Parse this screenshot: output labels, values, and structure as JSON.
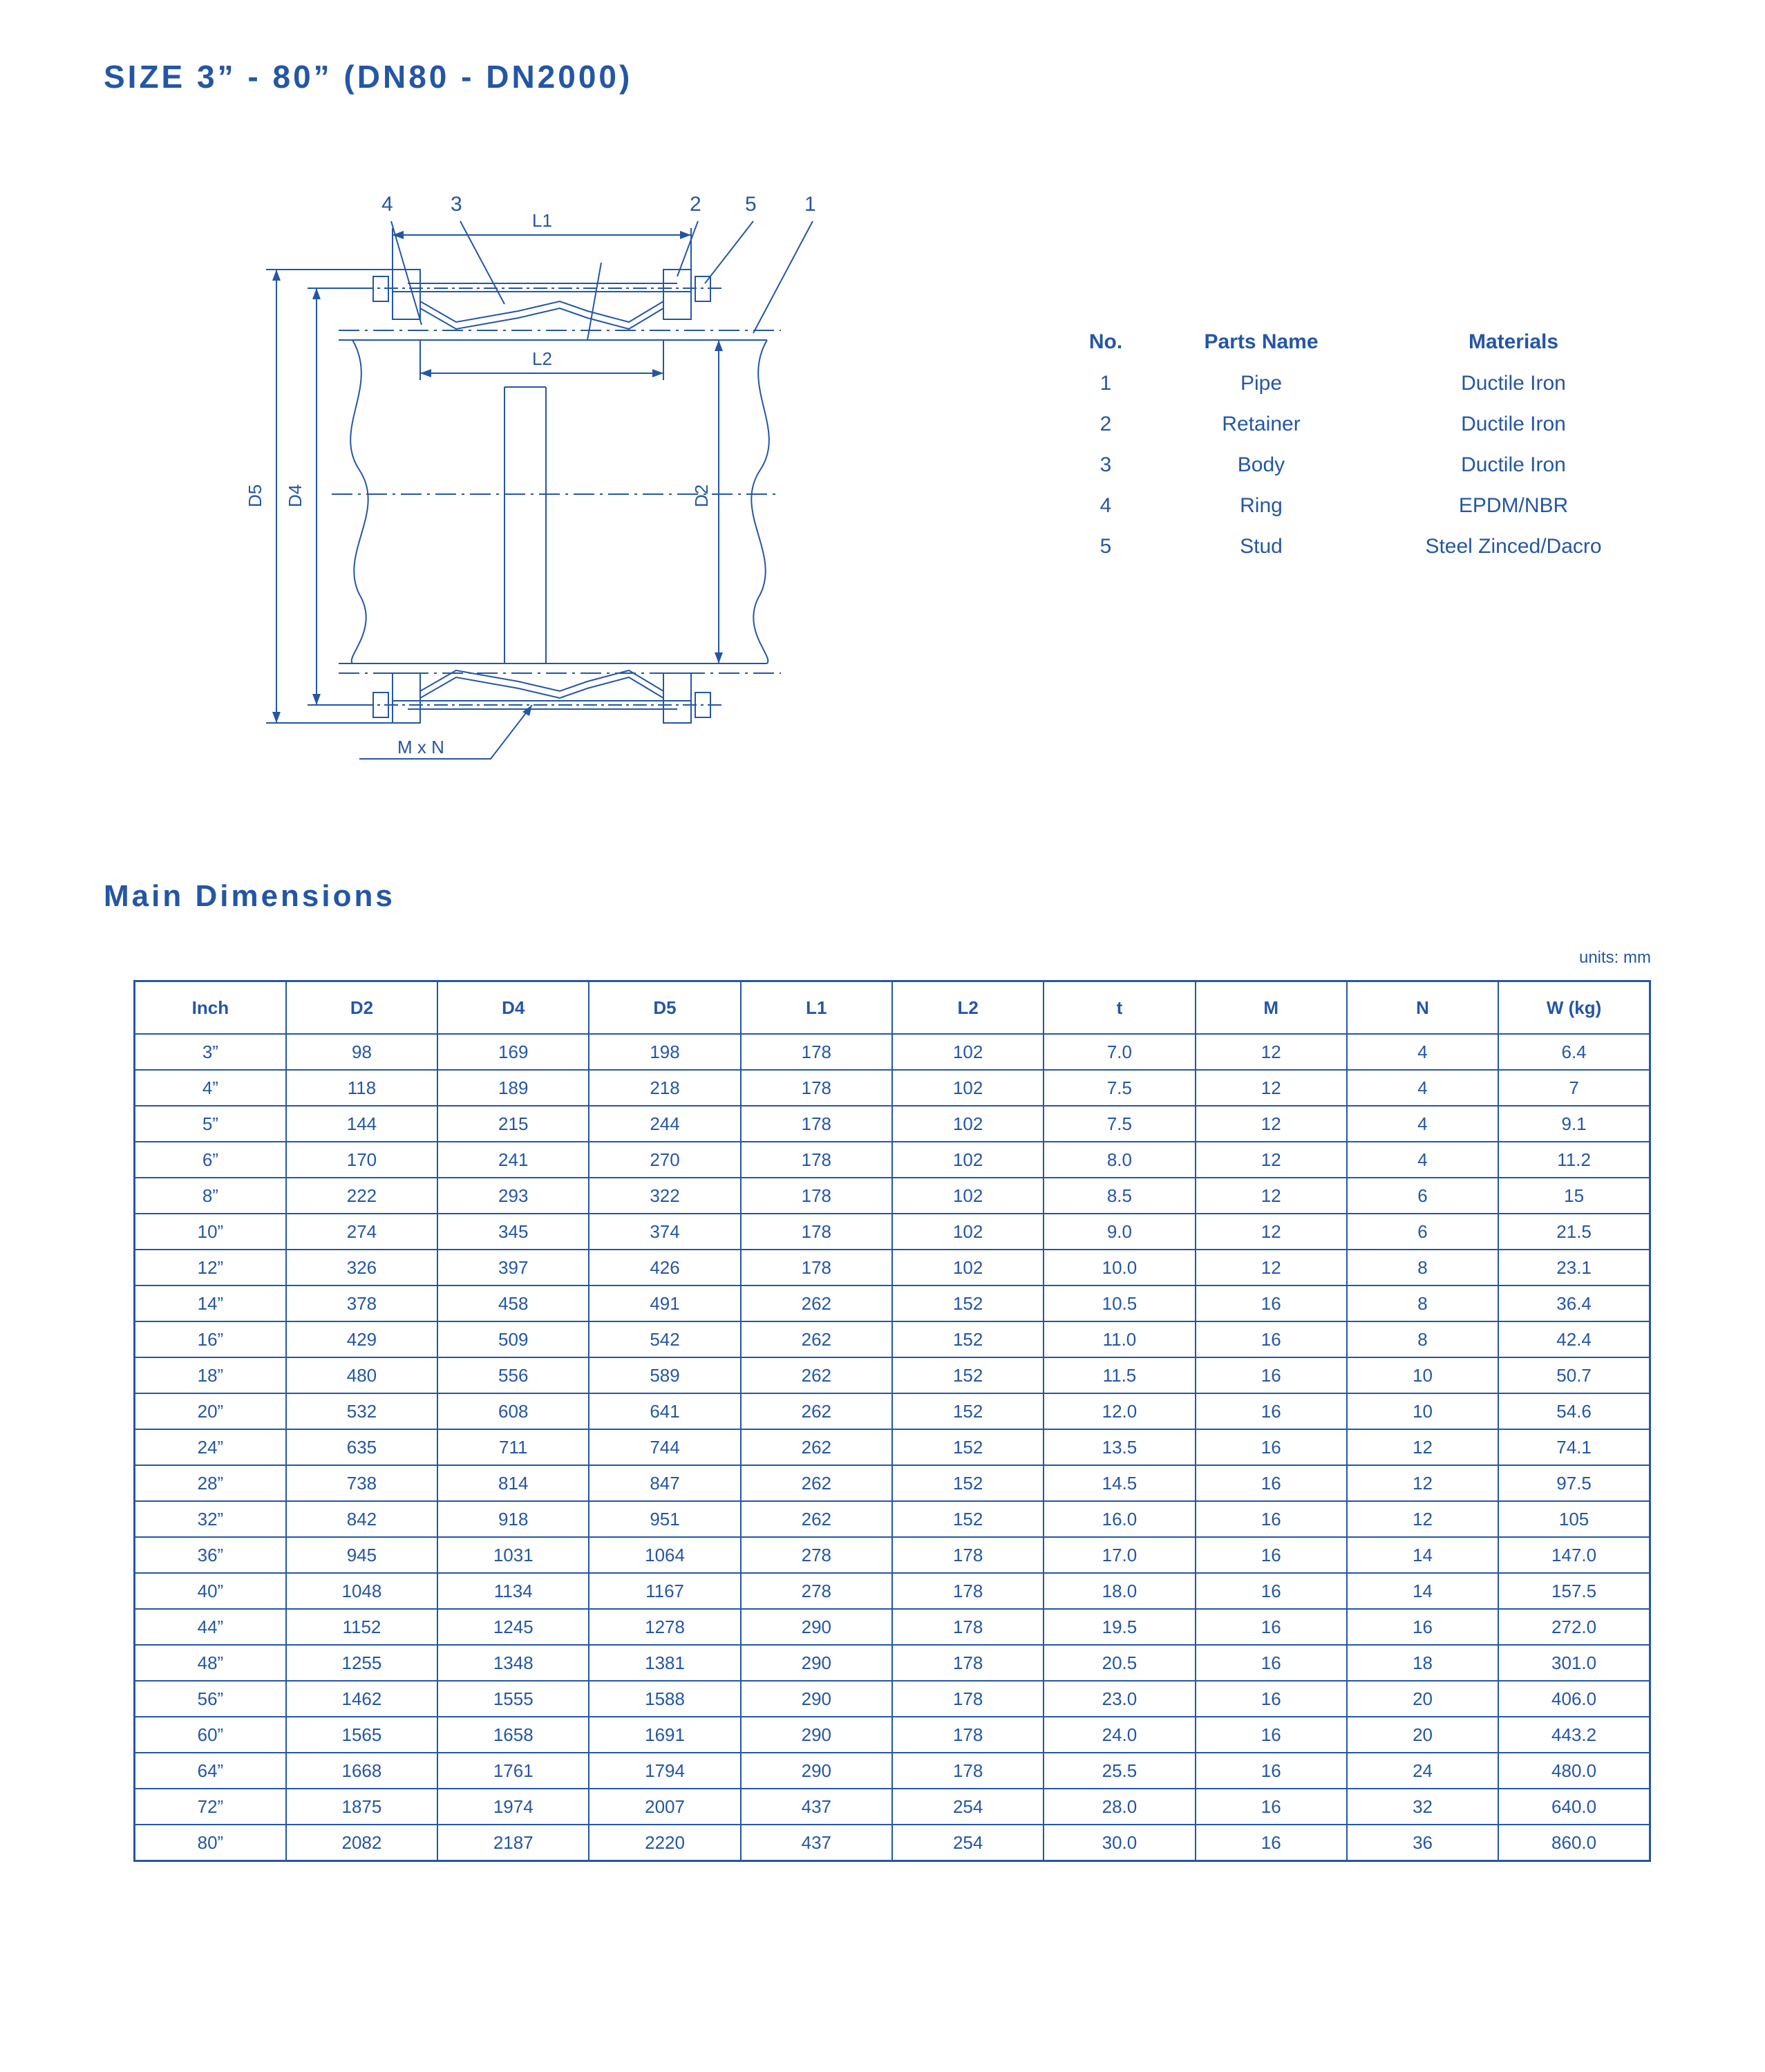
{
  "page": {
    "title": "SIZE 3” - 80” (DN80 - DN2000)",
    "dims_heading": "Main Dimensions",
    "units": "units: mm",
    "colors": {
      "primary": "#2456a6",
      "background": "#ffffff"
    }
  },
  "drawing": {
    "callouts": [
      "4",
      "3",
      "2",
      "5",
      "1"
    ],
    "dimension_labels": {
      "L1": "L1",
      "L2": "L2",
      "D5": "D5",
      "D4": "D4",
      "D2": "D2",
      "MxN": "M x N"
    }
  },
  "parts_table": {
    "headers": [
      "No.",
      "Parts Name",
      "Materials"
    ],
    "rows": [
      [
        "1",
        "Pipe",
        "Ductile Iron"
      ],
      [
        "2",
        "Retainer",
        "Ductile Iron"
      ],
      [
        "3",
        "Body",
        "Ductile Iron"
      ],
      [
        "4",
        "Ring",
        "EPDM/NBR"
      ],
      [
        "5",
        "Stud",
        "Steel Zinced/Dacro"
      ]
    ]
  },
  "dims_table": {
    "headers": [
      "Inch",
      "D2",
      "D4",
      "D5",
      "L1",
      "L2",
      "t",
      "M",
      "N",
      "W (kg)"
    ],
    "rows": [
      [
        "3”",
        "98",
        "169",
        "198",
        "178",
        "102",
        "7.0",
        "12",
        "4",
        "6.4"
      ],
      [
        "4”",
        "118",
        "189",
        "218",
        "178",
        "102",
        "7.5",
        "12",
        "4",
        "7"
      ],
      [
        "5”",
        "144",
        "215",
        "244",
        "178",
        "102",
        "7.5",
        "12",
        "4",
        "9.1"
      ],
      [
        "6”",
        "170",
        "241",
        "270",
        "178",
        "102",
        "8.0",
        "12",
        "4",
        "11.2"
      ],
      [
        "8”",
        "222",
        "293",
        "322",
        "178",
        "102",
        "8.5",
        "12",
        "6",
        "15"
      ],
      [
        "10”",
        "274",
        "345",
        "374",
        "178",
        "102",
        "9.0",
        "12",
        "6",
        "21.5"
      ],
      [
        "12”",
        "326",
        "397",
        "426",
        "178",
        "102",
        "10.0",
        "12",
        "8",
        "23.1"
      ],
      [
        "14”",
        "378",
        "458",
        "491",
        "262",
        "152",
        "10.5",
        "16",
        "8",
        "36.4"
      ],
      [
        "16”",
        "429",
        "509",
        "542",
        "262",
        "152",
        "11.0",
        "16",
        "8",
        "42.4"
      ],
      [
        "18”",
        "480",
        "556",
        "589",
        "262",
        "152",
        "11.5",
        "16",
        "10",
        "50.7"
      ],
      [
        "20”",
        "532",
        "608",
        "641",
        "262",
        "152",
        "12.0",
        "16",
        "10",
        "54.6"
      ],
      [
        "24”",
        "635",
        "711",
        "744",
        "262",
        "152",
        "13.5",
        "16",
        "12",
        "74.1"
      ],
      [
        "28”",
        "738",
        "814",
        "847",
        "262",
        "152",
        "14.5",
        "16",
        "12",
        "97.5"
      ],
      [
        "32”",
        "842",
        "918",
        "951",
        "262",
        "152",
        "16.0",
        "16",
        "12",
        "105"
      ],
      [
        "36”",
        "945",
        "1031",
        "1064",
        "278",
        "178",
        "17.0",
        "16",
        "14",
        "147.0"
      ],
      [
        "40”",
        "1048",
        "1134",
        "1167",
        "278",
        "178",
        "18.0",
        "16",
        "14",
        "157.5"
      ],
      [
        "44”",
        "1152",
        "1245",
        "1278",
        "290",
        "178",
        "19.5",
        "16",
        "16",
        "272.0"
      ],
      [
        "48”",
        "1255",
        "1348",
        "1381",
        "290",
        "178",
        "20.5",
        "16",
        "18",
        "301.0"
      ],
      [
        "56”",
        "1462",
        "1555",
        "1588",
        "290",
        "178",
        "23.0",
        "16",
        "20",
        "406.0"
      ],
      [
        "60”",
        "1565",
        "1658",
        "1691",
        "290",
        "178",
        "24.0",
        "16",
        "20",
        "443.2"
      ],
      [
        "64”",
        "1668",
        "1761",
        "1794",
        "290",
        "178",
        "25.5",
        "16",
        "24",
        "480.0"
      ],
      [
        "72”",
        "1875",
        "1974",
        "2007",
        "437",
        "254",
        "28.0",
        "16",
        "32",
        "640.0"
      ],
      [
        "80”",
        "2082",
        "2187",
        "2220",
        "437",
        "254",
        "30.0",
        "16",
        "36",
        "860.0"
      ]
    ]
  }
}
